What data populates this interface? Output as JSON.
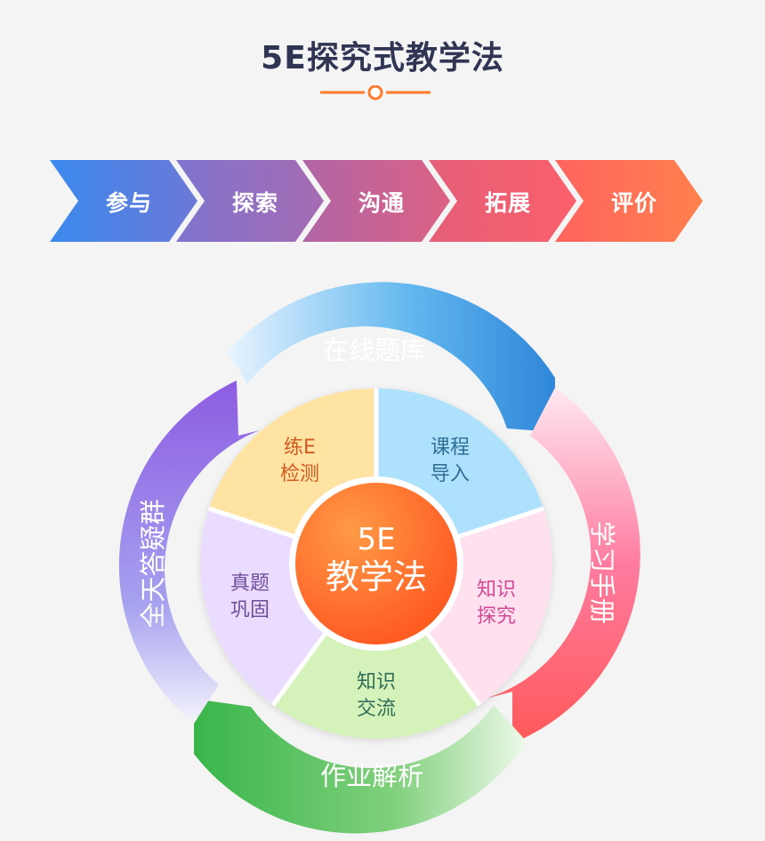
{
  "title": "5E探究式教学法",
  "process_steps": [
    {
      "label": "参与",
      "color_start": "#3b89ee",
      "color_end": "#6b78d7"
    },
    {
      "label": "探索",
      "color_start": "#7f74cf",
      "color_end": "#a66bb2"
    },
    {
      "label": "沟通",
      "color_start": "#b165a6",
      "color_end": "#dc6183"
    },
    {
      "label": "拓展",
      "color_start": "#e45f78",
      "color_end": "#fb5f6b"
    },
    {
      "label": "评价",
      "color_start": "#ff645f",
      "color_end": "#ff804c"
    }
  ],
  "center": {
    "line1": "5E",
    "line2": "教学法",
    "color": "#ff6a2d"
  },
  "inner_segments": [
    {
      "line1": "课程",
      "line2": "导入",
      "fill": "#aee1fb",
      "text_color": "#2f6f96"
    },
    {
      "line1": "知识",
      "line2": "探究",
      "fill": "#ffe0ee",
      "text_color": "#d14a96"
    },
    {
      "line1": "知识",
      "line2": "交流",
      "fill": "#d4f2b9",
      "text_color": "#2f6d58"
    },
    {
      "line1": "真题",
      "line2": "巩固",
      "fill": "#eadcff",
      "text_color": "#6d4e9b"
    },
    {
      "line1": "练E",
      "line2": "检测",
      "fill": "#ffe3a3",
      "text_color": "#d45920"
    }
  ],
  "outer_arcs": [
    {
      "label": "在线题库",
      "color": "#47a7ee"
    },
    {
      "label": "学习手册",
      "color": "#ff6868"
    },
    {
      "label": "作业解析",
      "color": "#67c75c"
    },
    {
      "label": "全天答疑群",
      "color": "#8c6fe0"
    }
  ]
}
